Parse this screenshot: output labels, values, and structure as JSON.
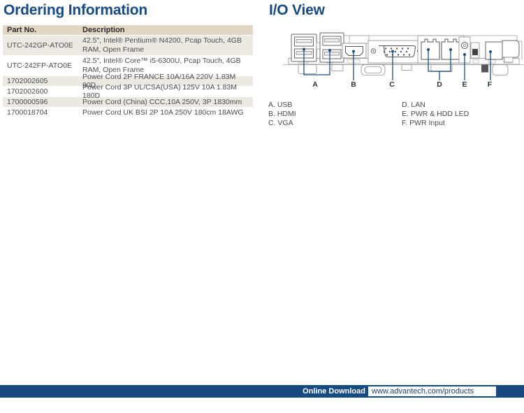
{
  "ordering": {
    "title": "Ordering Information",
    "headers": [
      "Part No.",
      "Description"
    ],
    "rows": [
      {
        "part": "UTC-242GP-ATO0E",
        "desc": "42.5\", Intel® Pentium® N4200, Pcap Touch, 4GB RAM, Open Frame"
      },
      {
        "part": "UTC-242FP-ATO0E",
        "desc": "42.5\", Intel® Core™ i5-6300U, Pcap Touch, 4GB RAM, Open Frame"
      },
      {
        "part": "1702002605",
        "desc": "Power Cord 2P FRANCE 10A/16A 220V 1.83M 90D"
      },
      {
        "part": "1702002600",
        "desc": "Power Cord 3P UL/CSA(USA) 125V 10A 1.83M 180D"
      },
      {
        "part": "1700000596",
        "desc": "Power Cord (China) CCC,10A 250V, 3P 1830mm"
      },
      {
        "part": "1700018704",
        "desc": "Power Cord UK BSI 2P 10A 250V 180cm 18AWG"
      }
    ]
  },
  "io_view": {
    "title": "I/O View",
    "labels": [
      "A",
      "B",
      "C",
      "D",
      "E",
      "F"
    ],
    "legend": [
      "A. USB",
      "B. HDMI",
      "C. VGA",
      "D. LAN",
      "E. PWR & HDD LED",
      "F. PWR Input"
    ]
  },
  "footer": {
    "download_label": "Online Download",
    "url": "www.advantech.com/products"
  },
  "colors": {
    "navy": "#174A80",
    "leader_blue": "#1E4E7F",
    "table_header_bg": "#E2D7C5",
    "table_stripe_bg": "#ECE9E3"
  }
}
